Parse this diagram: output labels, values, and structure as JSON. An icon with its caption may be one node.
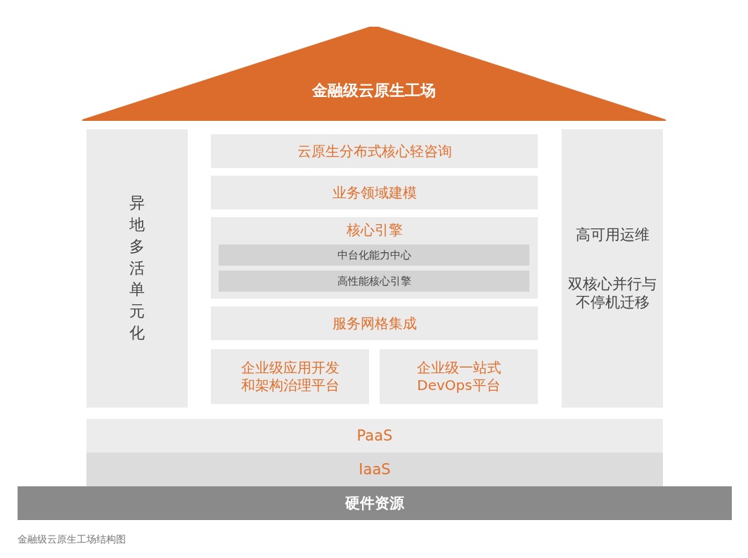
{
  "diagram": {
    "caption": "金融级云原生工场结构图",
    "nodes": [
      {
        "text": [
          "金融级云原生工场"
        ]
      },
      {
        "text": [
          "异地多活单元化"
        ]
      },
      {
        "text": [
          "云原生分布式核心轻咨询"
        ]
      },
      {
        "text": [
          "业务领域建模"
        ]
      },
      {
        "text": [
          "核心引擎"
        ]
      },
      {
        "text": [
          "中台化能力中心"
        ],
        "in": 4
      },
      {
        "text": [
          "高性能核心引擎"
        ],
        "in": 4
      },
      {
        "text": [
          "服务网格集成"
        ]
      },
      {
        "text": [
          "企业级应用开发和架构治理平台"
        ]
      },
      {
        "text": [
          "企业级一站式DevOps平台"
        ]
      },
      {
        "text": [
          "高可用运维",
          "双核心并行与不停机迁移"
        ]
      },
      {
        "text": [
          "PaaS"
        ]
      },
      {
        "text": [
          "IaaS"
        ]
      },
      {
        "text": [
          "硬件资源"
        ]
      }
    ],
    "edges": []
  }
}
